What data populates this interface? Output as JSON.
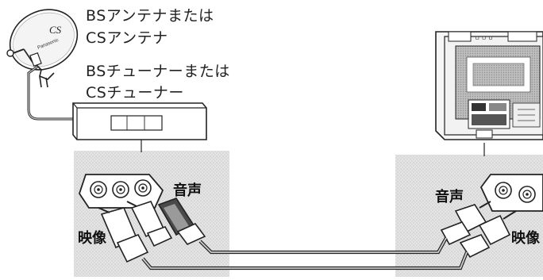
{
  "labels": {
    "antenna_line1": "BSアンテナまたは",
    "antenna_line2": "CSアンテナ",
    "tuner_line1": "BSチューナーまたは",
    "tuner_line2": "CSチューナー",
    "left_audio": "音声",
    "left_video": "映像",
    "right_audio": "音声",
    "right_video": "映像"
  },
  "dish": {
    "logo_text": "CS",
    "brand_text": "Panasonic"
  },
  "colors": {
    "panel_fill": "#dadada",
    "line": "#222222",
    "cable_fill": "#d0d0d0"
  }
}
